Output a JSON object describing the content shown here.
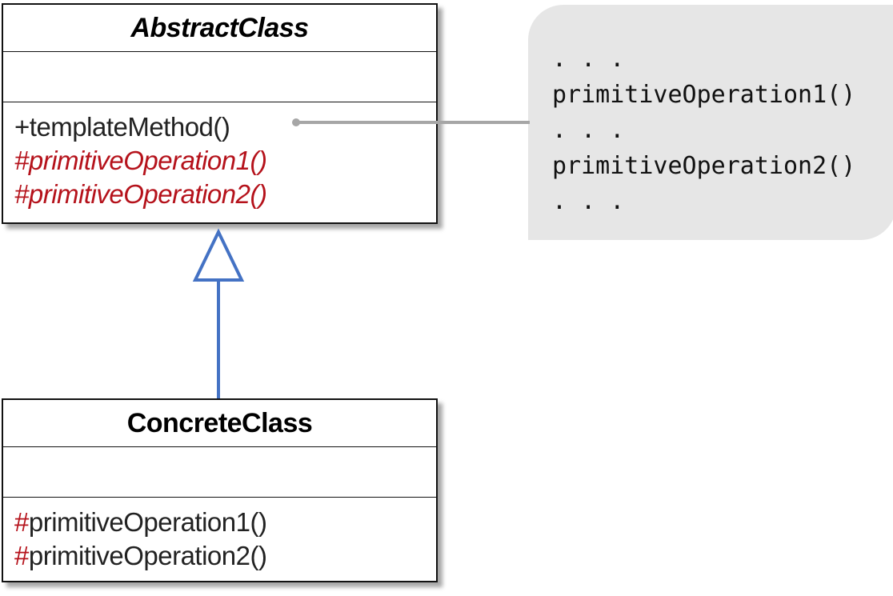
{
  "abstract_class": {
    "name": "AbstractClass",
    "operations": [
      {
        "text": "+templateMethod()",
        "prefix": "",
        "color": "#222222",
        "italic": false
      },
      {
        "text": "#primitiveOperation1()",
        "prefix": "",
        "color": "#b5121b",
        "italic": true
      },
      {
        "text": "#primitiveOperation2()",
        "prefix": "",
        "color": "#b5121b",
        "italic": true
      }
    ]
  },
  "concrete_class": {
    "name": "ConcreteClass",
    "operations": [
      {
        "prefix": "#",
        "text": "primitiveOperation1()",
        "prefix_color": "#b5121b",
        "color": "#222222"
      },
      {
        "prefix": "#",
        "text": "primitiveOperation2()",
        "prefix_color": "#b5121b",
        "color": "#222222"
      }
    ]
  },
  "note": {
    "lines": [
      ". . .",
      "primitiveOperation1()",
      ". . .",
      "primitiveOperation2()",
      ". . ."
    ]
  },
  "colors": {
    "accent_red": "#b5121b",
    "inheritance_line": "#4472c4",
    "note_connector": "#a6a6a6",
    "note_background": "#e6e6e6"
  }
}
